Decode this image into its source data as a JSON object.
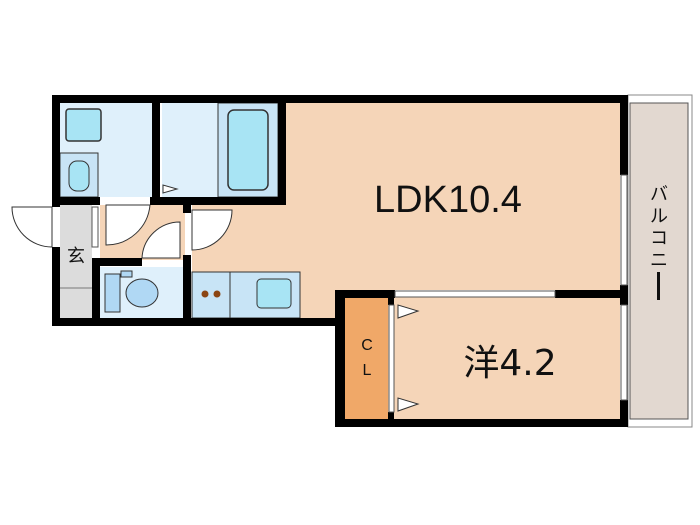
{
  "floorplan": {
    "rooms": {
      "ldk": "LDK10.4",
      "western_room": "洋4.2",
      "closet_c": "C",
      "closet_l": "L",
      "entrance": "玄",
      "balcony": [
        "バ",
        "ル",
        "コ",
        "ニ",
        "ー"
      ]
    },
    "colors": {
      "wall": "#000000",
      "living": "#f5d5b8",
      "wet_area": "#dff0fb",
      "fixture": "#a8e4f4",
      "closet": "#f0a868",
      "balcony": "#e2d8d0",
      "entrance": "#dcdcdc"
    }
  }
}
